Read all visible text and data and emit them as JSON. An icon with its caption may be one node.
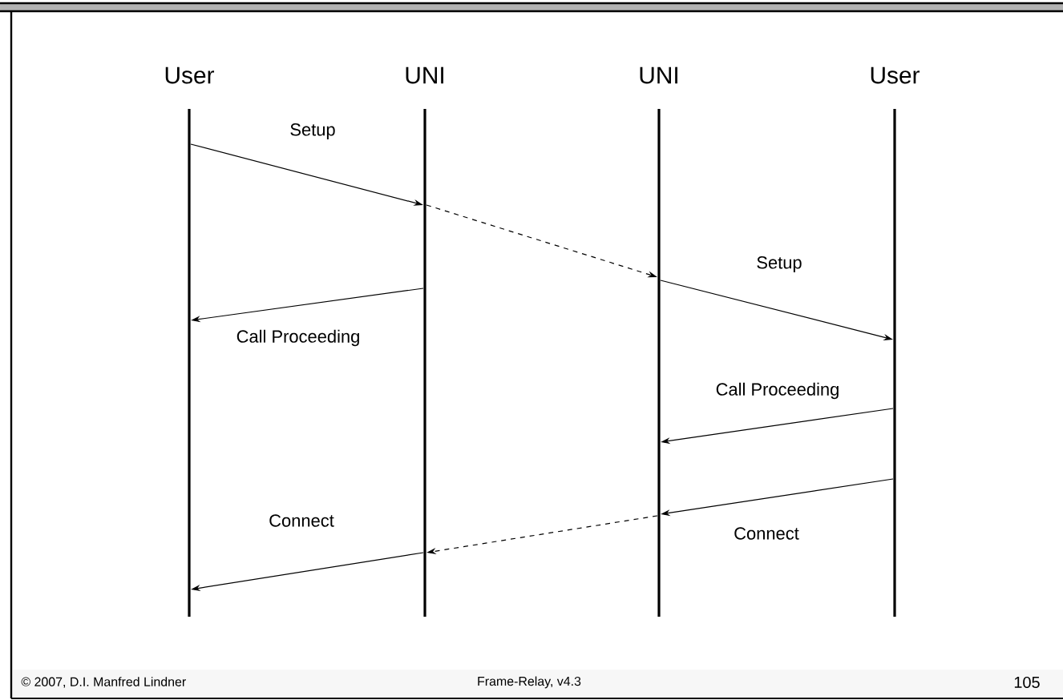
{
  "diagram": {
    "nodes": [
      {
        "text": [
          "User"
        ]
      },
      {
        "text": [
          "UNI"
        ]
      },
      {
        "text": [
          "UNI"
        ]
      },
      {
        "text": [
          "User"
        ]
      }
    ],
    "edges": [
      {
        "from": 0,
        "to": 1,
        "arrow": "to",
        "label": "Setup"
      },
      {
        "from": 1,
        "to": 2,
        "arrow": "to",
        "style": "dashed"
      },
      {
        "from": 2,
        "to": 3,
        "arrow": "to",
        "label": "Setup"
      },
      {
        "from": 1,
        "to": 0,
        "arrow": "to",
        "label": "Call Proceeding"
      },
      {
        "from": 3,
        "to": 2,
        "arrow": "to",
        "label": "Call Proceeding"
      },
      {
        "from": 3,
        "to": 2,
        "arrow": "to",
        "label": "Connect"
      },
      {
        "from": 2,
        "to": 1,
        "arrow": "to",
        "style": "dashed"
      },
      {
        "from": 1,
        "to": 0,
        "arrow": "to",
        "label": "Connect"
      }
    ],
    "labels": [
      "© 2007, D.I. Manfred Lindner",
      "Frame-Relay, v4.3",
      "105"
    ]
  }
}
